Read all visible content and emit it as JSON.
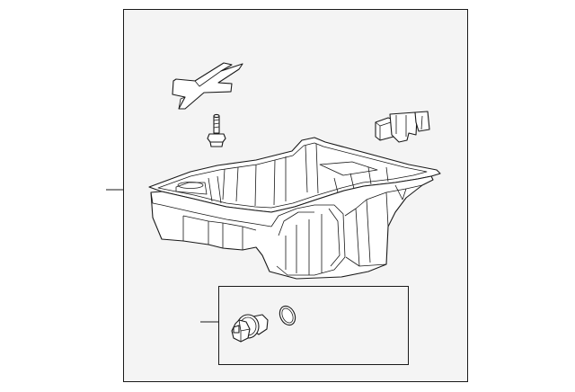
{
  "diagram": {
    "type": "parts-exploded-view",
    "background": "#ffffff",
    "panel_background": "#f4f4f4",
    "line_color": "#1a1a1a",
    "parts": [
      {
        "name": "oil-pan",
        "icon": "oil-pan-icon"
      },
      {
        "name": "baffle-bracket",
        "icon": "bracket-icon"
      },
      {
        "name": "bolt",
        "icon": "bolt-icon"
      },
      {
        "name": "oil-level-sensor",
        "icon": "sensor-icon"
      },
      {
        "name": "drain-plug",
        "icon": "drain-plug-icon"
      },
      {
        "name": "o-ring",
        "icon": "o-ring-icon"
      }
    ]
  }
}
